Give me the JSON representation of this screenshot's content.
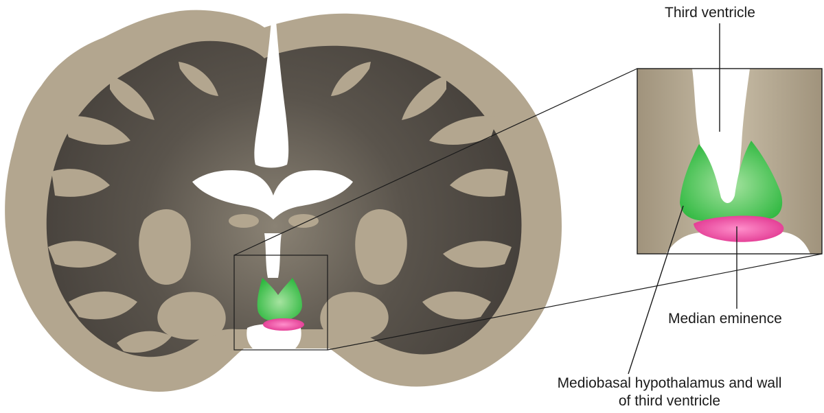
{
  "labels": {
    "third_ventricle": "Third ventricle",
    "median_eminence": "Median eminence",
    "mediobasal_line1": "Mediobasal hypothalamus and wall",
    "mediobasal_line2": "of third ventricle"
  },
  "colors": {
    "gray_matter": "#b3a68f",
    "white_matter": "#4a4540",
    "ventricle": "#ffffff",
    "hypothalamus": "#3cc04a",
    "median_eminence": "#e64a9c",
    "inset_background": "#a99c85",
    "line": "#1a1a1a"
  }
}
